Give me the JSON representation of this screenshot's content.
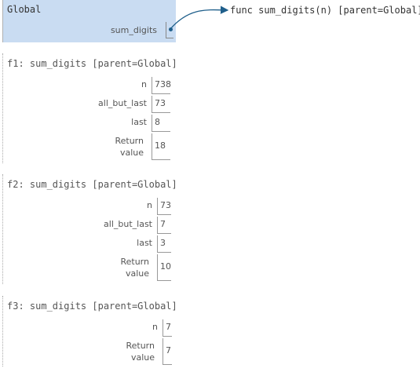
{
  "global_frame": {
    "title": "Global",
    "variables": [
      {
        "name": "sum_digits"
      }
    ]
  },
  "function_object": {
    "label": "func sum_digits(n) [parent=Global]"
  },
  "frames": [
    {
      "title": "f1: sum_digits [parent=Global]",
      "variables": [
        {
          "name": "n",
          "value": "738"
        },
        {
          "name": "all_but_last",
          "value": "73"
        },
        {
          "name": "last",
          "value": "8"
        }
      ],
      "return_label_1": "Return",
      "return_label_2": "value",
      "return_value": "18"
    },
    {
      "title": "f2: sum_digits [parent=Global]",
      "variables": [
        {
          "name": "n",
          "value": "73"
        },
        {
          "name": "all_but_last",
          "value": "7"
        },
        {
          "name": "last",
          "value": "3"
        }
      ],
      "return_label_1": "Return",
      "return_label_2": "value",
      "return_value": "10"
    },
    {
      "title": "f3: sum_digits [parent=Global]",
      "variables": [
        {
          "name": "n",
          "value": "7"
        }
      ],
      "return_label_1": "Return",
      "return_label_2": "value",
      "return_value": "7"
    }
  ],
  "colors": {
    "global_bg": "#c9dcf2",
    "arrow": "#1f5f8b"
  }
}
